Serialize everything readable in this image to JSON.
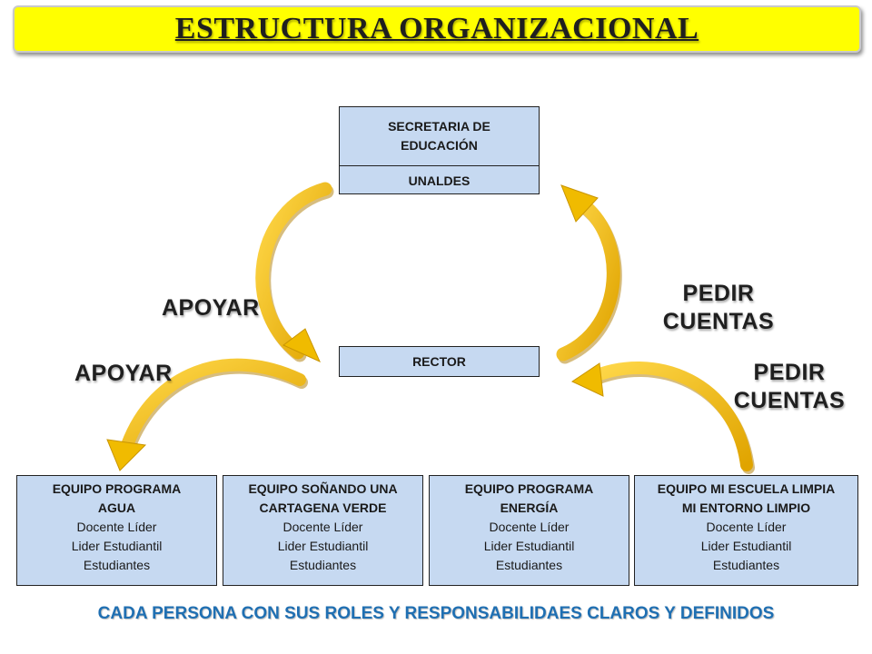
{
  "title": "ESTRUCTURA ORGANIZACIONAL",
  "top_box": {
    "line1": "SECRETARIA DE EDUCACIÓN",
    "line2": "UNALDES"
  },
  "rector": "RECTOR",
  "labels": {
    "apoyar_upper": "APOYAR",
    "apoyar_lower": "APOYAR",
    "pedir_upper": [
      "PEDIR",
      "CUENTAS"
    ],
    "pedir_lower": [
      "PEDIR",
      "CUENTAS"
    ]
  },
  "teams": [
    {
      "name": [
        "EQUIPO PROGRAMA",
        "AGUA"
      ],
      "roles": [
        "Docente Líder",
        "Lider Estudiantil",
        "Estudiantes"
      ]
    },
    {
      "name": [
        "EQUIPO SOÑANDO UNA",
        "CARTAGENA VERDE"
      ],
      "roles": [
        "Docente Líder",
        "Lider Estudiantil",
        "Estudiantes"
      ]
    },
    {
      "name": [
        "EQUIPO PROGRAMA",
        "ENERGÍA"
      ],
      "roles": [
        "Docente Líder",
        "Lider Estudiantil",
        "Estudiantes"
      ]
    },
    {
      "name": [
        "EQUIPO MI ESCUELA LIMPIA",
        "MI ENTORNO LIMPIO"
      ],
      "roles": [
        "Docente Líder",
        "Lider Estudiantil",
        "Estudiantes"
      ]
    }
  ],
  "footer": "CADA PERSONA CON SUS ROLES Y RESPONSABILIDAES CLAROS Y DEFINIDOS",
  "colors": {
    "banner": "#ffff00",
    "box": "#c6d9f1",
    "arrow": "#f7c500",
    "footer_text": "#1f6fb2"
  }
}
